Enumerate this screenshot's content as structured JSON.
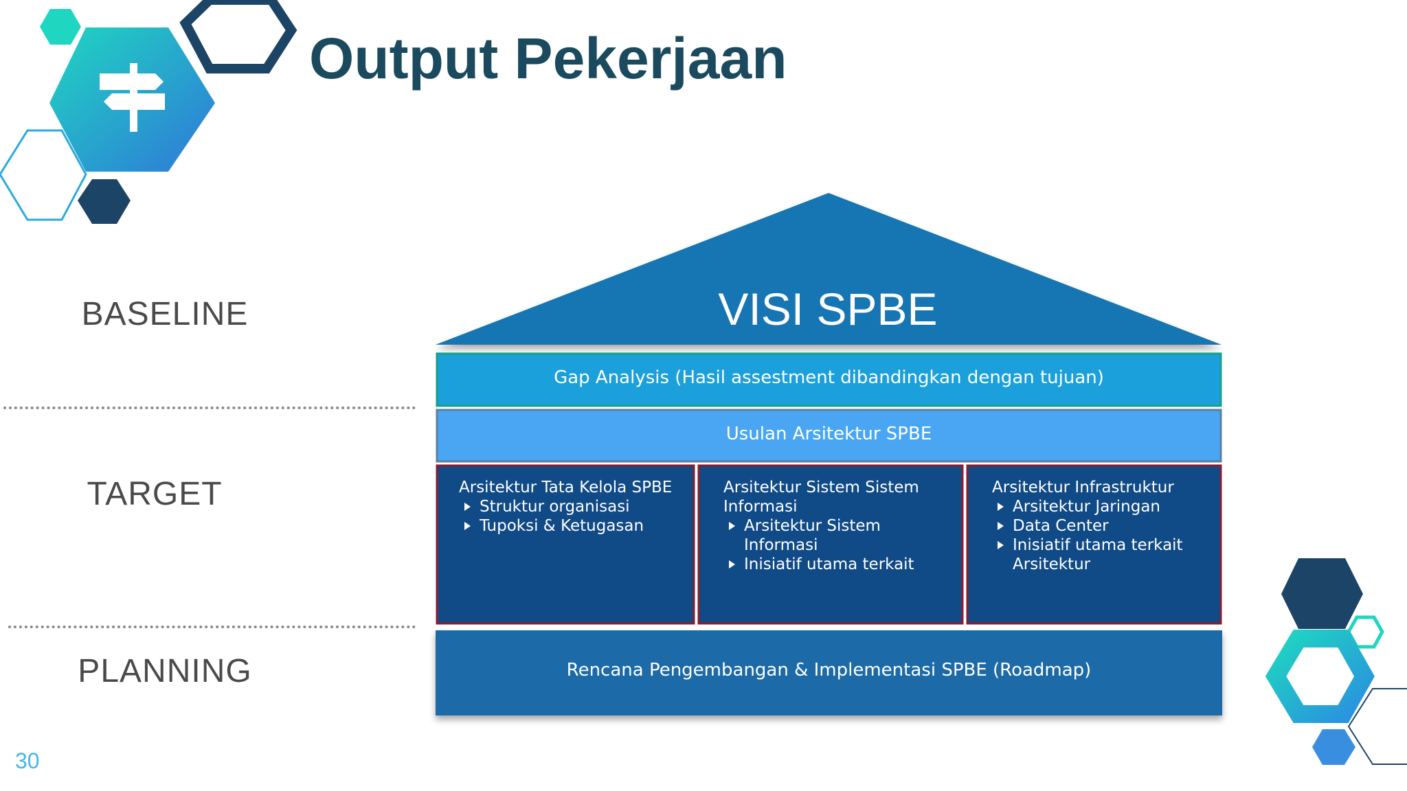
{
  "slide": {
    "title": "Output Pekerjaan",
    "page_number": "30"
  },
  "phases": [
    "BASELINE",
    "TARGET",
    "PLANNING"
  ],
  "house": {
    "roof": "VISI SPBE",
    "gap_analysis": "Gap Analysis (Hasil assestment dibandingkan dengan tujuan)",
    "proposal": "Usulan Arsitektur SPBE",
    "columns": [
      {
        "title": "Arsitektur Tata Kelola SPBE",
        "items": [
          "Struktur organisasi",
          "Tupoksi & Ketugasan"
        ]
      },
      {
        "title": "Arsitektur Sistem Sistem Informasi",
        "items": [
          "Arsitektur Sistem Informasi",
          "Inisiatif utama terkait"
        ]
      },
      {
        "title": "Arsitektur Infrastruktur",
        "items": [
          "Arsitektur Jaringan",
          "Data Center",
          "Inisiatif utama terkait Arsitektur"
        ]
      }
    ],
    "foundation": "Rencana Pengembangan & Implementasi SPBE (Roadmap)"
  },
  "icons": {
    "title_icon": "signpost-icon",
    "bullet": "triangle-right-icon"
  },
  "colors": {
    "title": "#1b4a5f",
    "roof": "#1474b3",
    "gap_band": "#1ca0dc",
    "gap_border": "#16a085",
    "proposal_band": "#4aa6f2",
    "column_fill": "#104a87",
    "column_border": "#8a1d2f",
    "foundation": "#1a6aa8",
    "teal": "#1fd6c1",
    "navy": "#1c4466",
    "cyan": "#2aa9e0",
    "page_number": "#45b5e6"
  }
}
